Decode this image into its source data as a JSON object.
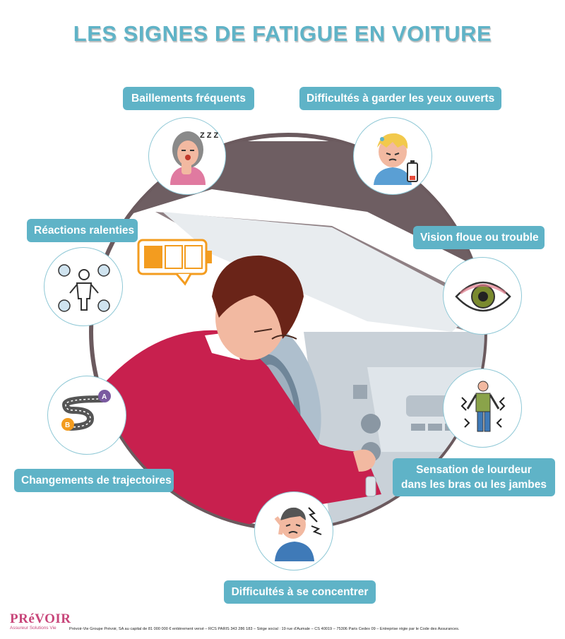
{
  "title": "LES SIGNES DE FATIGUE EN VOITURE",
  "signs": {
    "yawning": "Baillements fréquents",
    "eyes_open": "Difficultés à garder les yeux ouverts",
    "reactions": "Réactions ralenties",
    "vision": "Vision floue ou trouble",
    "trajectory": "Changements de trajectoires",
    "heaviness_line1": "Sensation de lourdeur",
    "heaviness_line2": "dans les bras ou les jambes",
    "concentration": "Difficultés à se concentrer"
  },
  "icon_text": {
    "zzz": "Z Z Z",
    "point_a": "A",
    "point_b": "B"
  },
  "icons": {
    "yawning": "yawning-woman-icon",
    "eyes_open": "tired-boy-low-battery-icon",
    "reactions": "slow-reaction-person-icon",
    "vision": "blurry-eye-icon",
    "trajectory": "route-a-to-b-icon",
    "heaviness": "heavy-limbs-person-icon",
    "concentration": "headache-man-icon",
    "battery": "low-battery-icon"
  },
  "brand": {
    "name": "PRéVOIR",
    "tagline": "Assureur Solutions Vie",
    "legal": "Prévoir-Vie Groupe Prévoir, SA au capital de 81 000 000 € entièrement versé – RCS PARIS 343 286 183 – Siège social : 19 rue d'Aumale – CS 40019 – 75306 Paris Cedex 09 – Entreprise régie par le Code des Assurances."
  },
  "colors": {
    "accent": "#5fb3c7",
    "brand": "#c8467a",
    "shirt": "#c8204e",
    "battery": "#f39c1f"
  }
}
